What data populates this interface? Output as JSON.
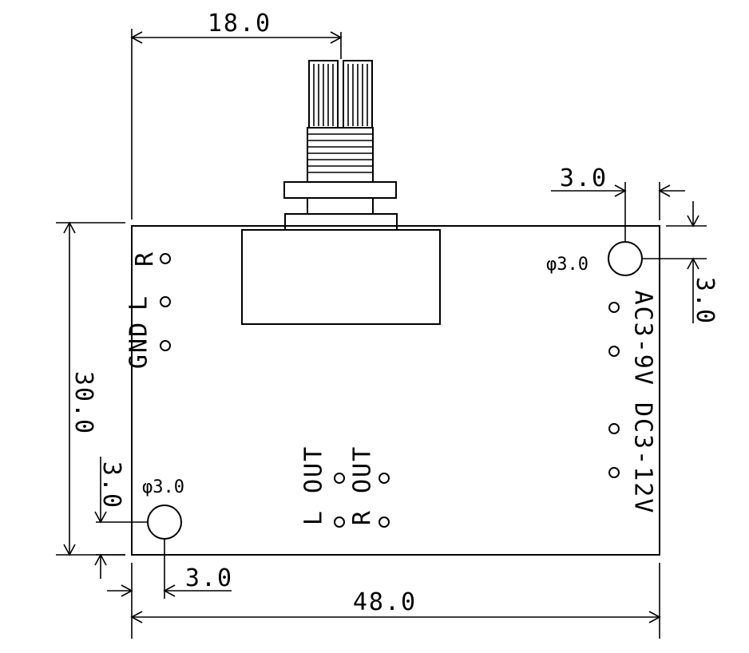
{
  "dimensions": {
    "top_width": "18.0",
    "overall_width": "48.0",
    "overall_height": "30.0",
    "hole_tr_offset_x": "3.0",
    "hole_tr_offset_y": "3.0",
    "hole_bl_offset_x": "3.0",
    "hole_bl_offset_y": "3.0"
  },
  "holes": {
    "top_right_label": "φ3.0",
    "bottom_left_label": "φ3.0"
  },
  "pins": {
    "r_label": "R",
    "l_label": "L",
    "gnd_label": "GND",
    "l_out_label": "L OUT",
    "r_out_label": "R OUT",
    "power_label": "AC3-9V DC3-12V"
  }
}
